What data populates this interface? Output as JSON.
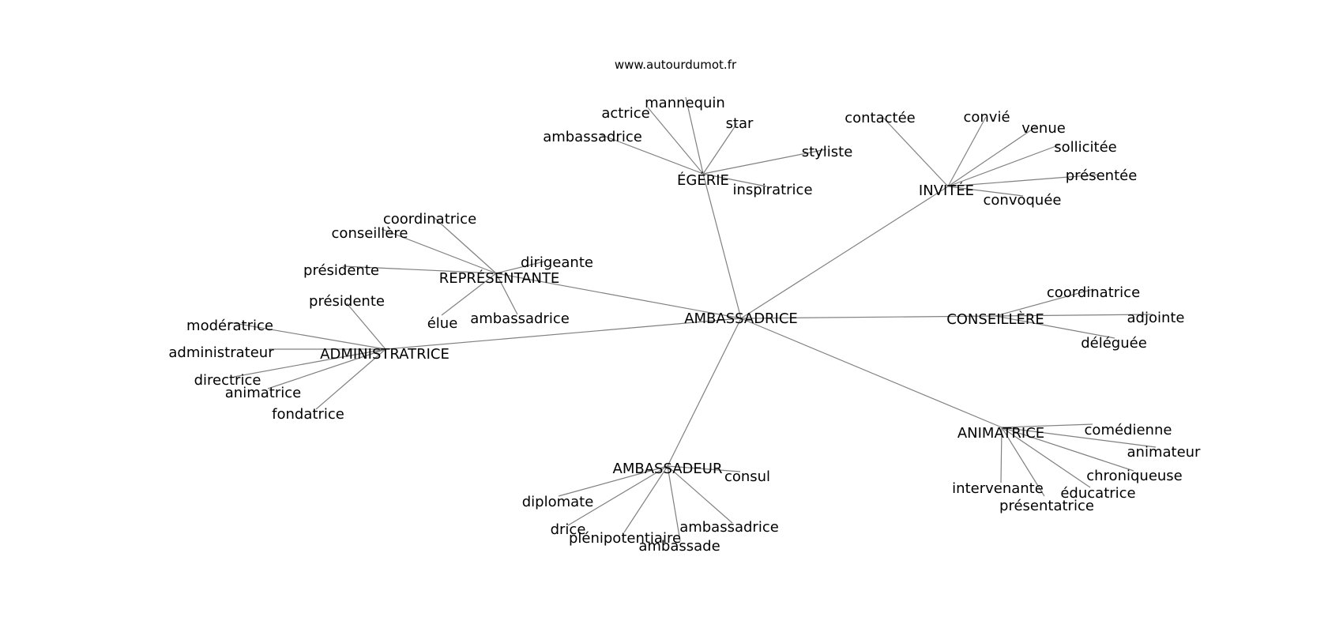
{
  "watermark": "www.autourdumot.fr",
  "colors": {
    "edge": "#808080",
    "text": "#000000",
    "background": "#ffffff"
  },
  "center": "AMBASSADRICE",
  "clusters": [
    {
      "hub": "ÉGÉRIE",
      "leaves": [
        "mannequin",
        "actrice",
        "star",
        "ambassadrice",
        "styliste",
        "inspiratrice"
      ]
    },
    {
      "hub": "INVITÉE",
      "leaves": [
        "contactée",
        "convié",
        "venue",
        "sollicitée",
        "présentée",
        "convoquée"
      ]
    },
    {
      "hub": "REPRÉSENTANTE",
      "leaves": [
        "coordinatrice",
        "conseillère",
        "dirigeante",
        "présidente",
        "élue",
        "ambassadrice"
      ]
    },
    {
      "hub": "ADMINISTRATRICE",
      "leaves": [
        "présidente",
        "modératrice",
        "administrateur",
        "directrice",
        "animatrice",
        "fondatrice"
      ]
    },
    {
      "hub": "CONSEILLÈRE",
      "leaves": [
        "coordinatrice",
        "adjointe",
        "déléguée"
      ]
    },
    {
      "hub": "ANIMATRICE",
      "leaves": [
        "comédienne",
        "animateur",
        "chroniqueuse",
        "intervenante",
        "éducatrice",
        "présentatrice"
      ]
    },
    {
      "hub": "AMBASSADEUR",
      "leaves": [
        "consul",
        "diplomate",
        "drice",
        "plénipotentiaire",
        "ambassade",
        "ambassadrice"
      ]
    }
  ]
}
